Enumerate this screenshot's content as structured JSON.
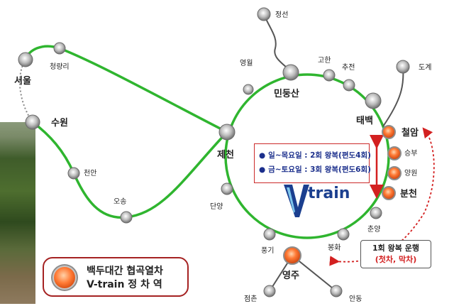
{
  "stations": {
    "seoul": "서울",
    "cheongnyangni": "청량리",
    "suwon": "수원",
    "cheonan": "천안",
    "osong": "오송",
    "jecheon": "제천",
    "yeongwol": "영월",
    "mindungsan": "민둥산",
    "jeongseon": "정선",
    "gohan": "고한",
    "chujeon": "추전",
    "dogye": "도계",
    "taebaek": "태백",
    "cheoram": "철암",
    "seungbu": "승부",
    "yangwon": "양원",
    "buncheon": "분천",
    "chunyang": "춘양",
    "bonghwa": "봉화",
    "yeongju": "영주",
    "punggi": "풍기",
    "danyang": "단양",
    "jeomchon": "점촌",
    "andong": "안동"
  },
  "schedule": {
    "weekday": "일~목요일 : 2회 왕복(편도4회)",
    "weekend": "금~토요일 : 3회 왕복(편도6회)"
  },
  "once_note": {
    "line1": "1회 왕복 운행",
    "line2": "(첫차, 막차)"
  },
  "legend": {
    "line1": "백두대간 협곡열차",
    "line2": "V-train  정 차 역"
  },
  "logo": {
    "word": "train"
  },
  "colors": {
    "track": "#2fb52f",
    "vtrain_stop": "#ff7a35",
    "schedule_text": "#1b2f8c",
    "accent_red": "#d32020"
  }
}
